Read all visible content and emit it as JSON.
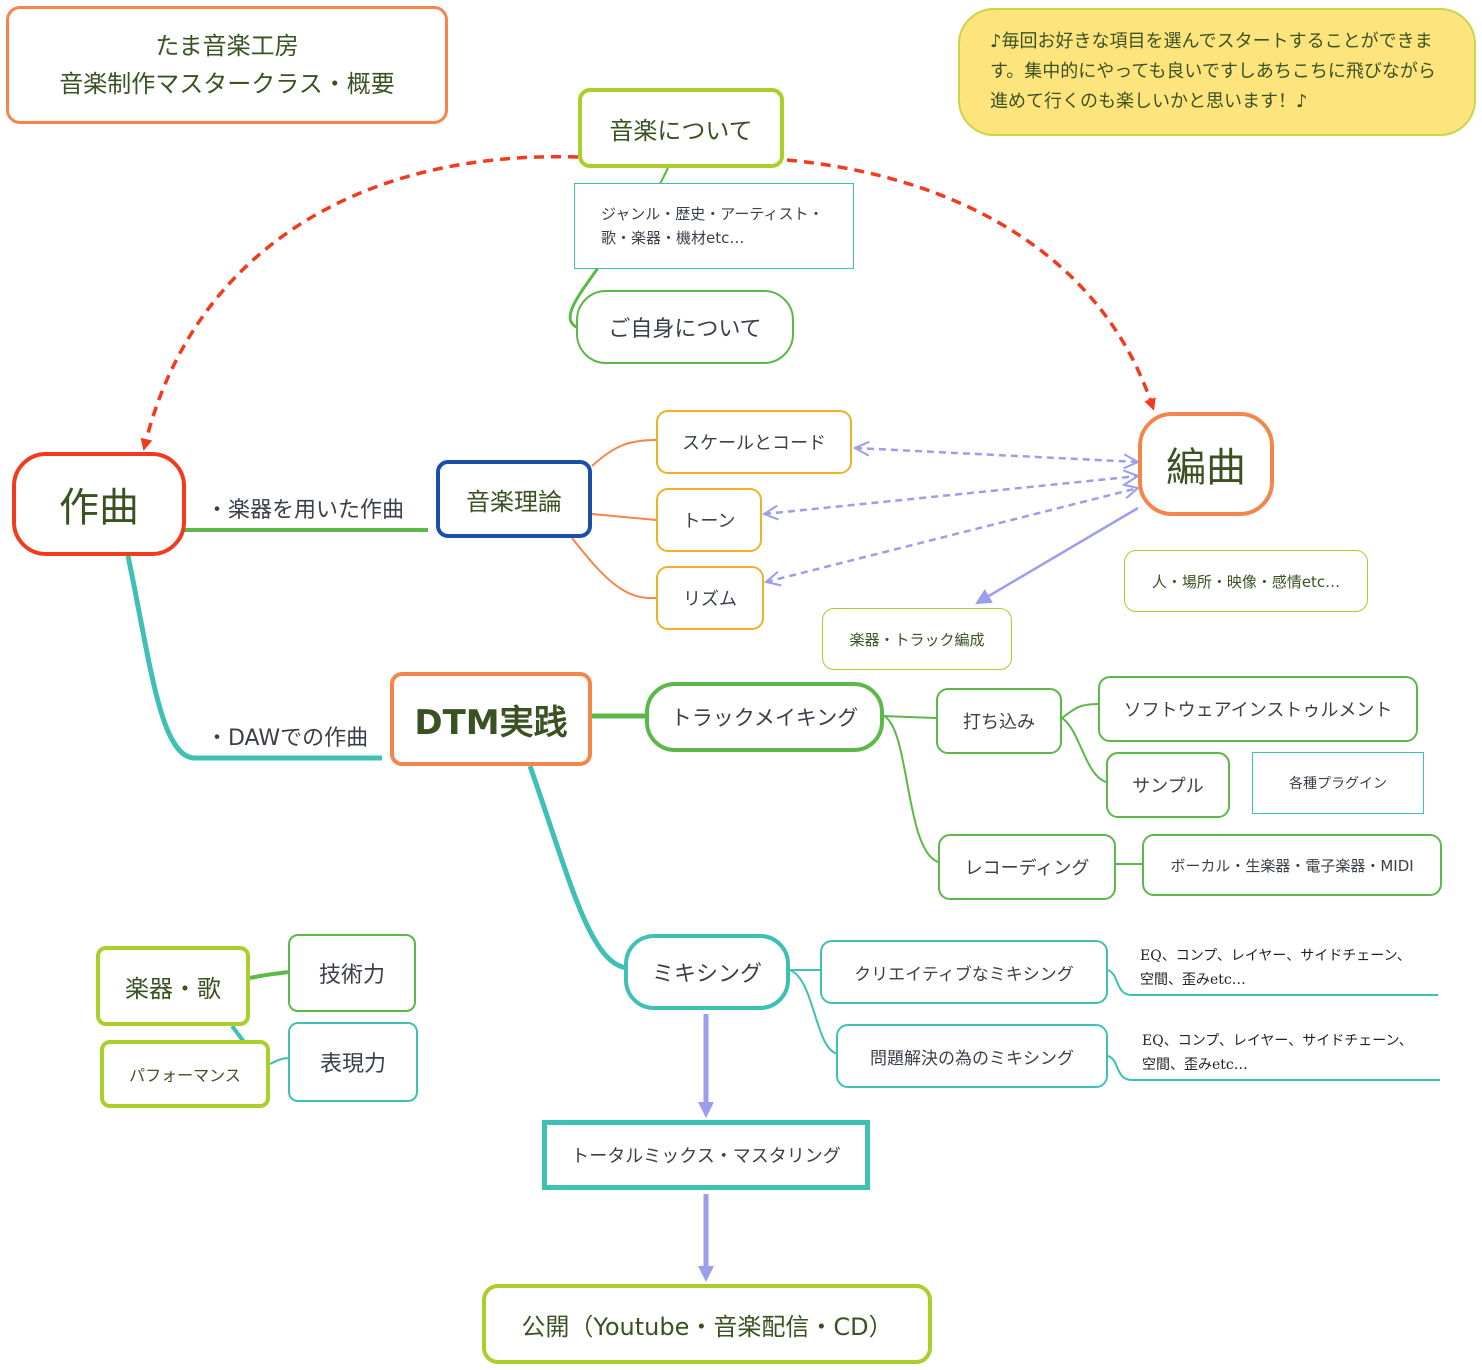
{
  "title_box": {
    "line1": "たま音楽工房",
    "line2": "音楽制作マスタークラス・概要"
  },
  "note_box": {
    "text": "♪毎回お好きな項目を選んでスタートすることができます。集中的にやっても良いですしあちこちに飛びながら進めて行くのも楽しいかと思います！♪"
  },
  "about_music": {
    "label": "音楽について",
    "detail_line1": "ジャンル・歴史・アーティスト・",
    "detail_line2": "歌・楽器・機材etc…"
  },
  "about_yourself": {
    "label": "ご自身について"
  },
  "composition": {
    "label": "作曲",
    "branch_instrument": "・楽器を用いた作曲",
    "branch_daw": "・DAWでの作曲"
  },
  "music_theory": {
    "label": "音楽理論",
    "items": [
      "スケールとコード",
      "トーン",
      "リズム"
    ]
  },
  "arrangement": {
    "label": "編曲",
    "sub_instruments": "楽器・トラック編成",
    "sub_inspiration": "人・場所・映像・感情etc…"
  },
  "dtm": {
    "label": "DTM実践",
    "track_making": "トラックメイキング",
    "programming": "打ち込み",
    "software_instrument": "ソフトウェアインストゥルメント",
    "sample": "サンプル",
    "plugins": "各種プラグイン",
    "recording": "レコーディング",
    "recording_sources": "ボーカル・生楽器・電子楽器・MIDI",
    "mixing": "ミキシング",
    "creative_mixing": "クリエイティブなミキシング",
    "problem_mixing": "問題解決の為のミキシング",
    "mix_tools_line1": "EQ、コンプ、レイヤー、サイドチェーン、",
    "mix_tools_line2": "空間、歪みetc…",
    "mastering": "トータルミックス・マスタリング",
    "release": "公開（Youtube・音楽配信・CD）"
  },
  "performance": {
    "instrument_voice": "楽器・歌",
    "performance": "パフォーマンス",
    "technique": "技術力",
    "expression": "表現力"
  },
  "colors": {
    "orange": "#f5854a",
    "red": "#f23a1c",
    "blue": "#1a4fa8",
    "gold": "#f0b027",
    "green": "#5cb848",
    "lime": "#a8cf2a",
    "teal": "#3ec0b5",
    "lavender": "#9b9ded",
    "note_bg": "#fde47c",
    "dark_text": "#3a5222"
  }
}
